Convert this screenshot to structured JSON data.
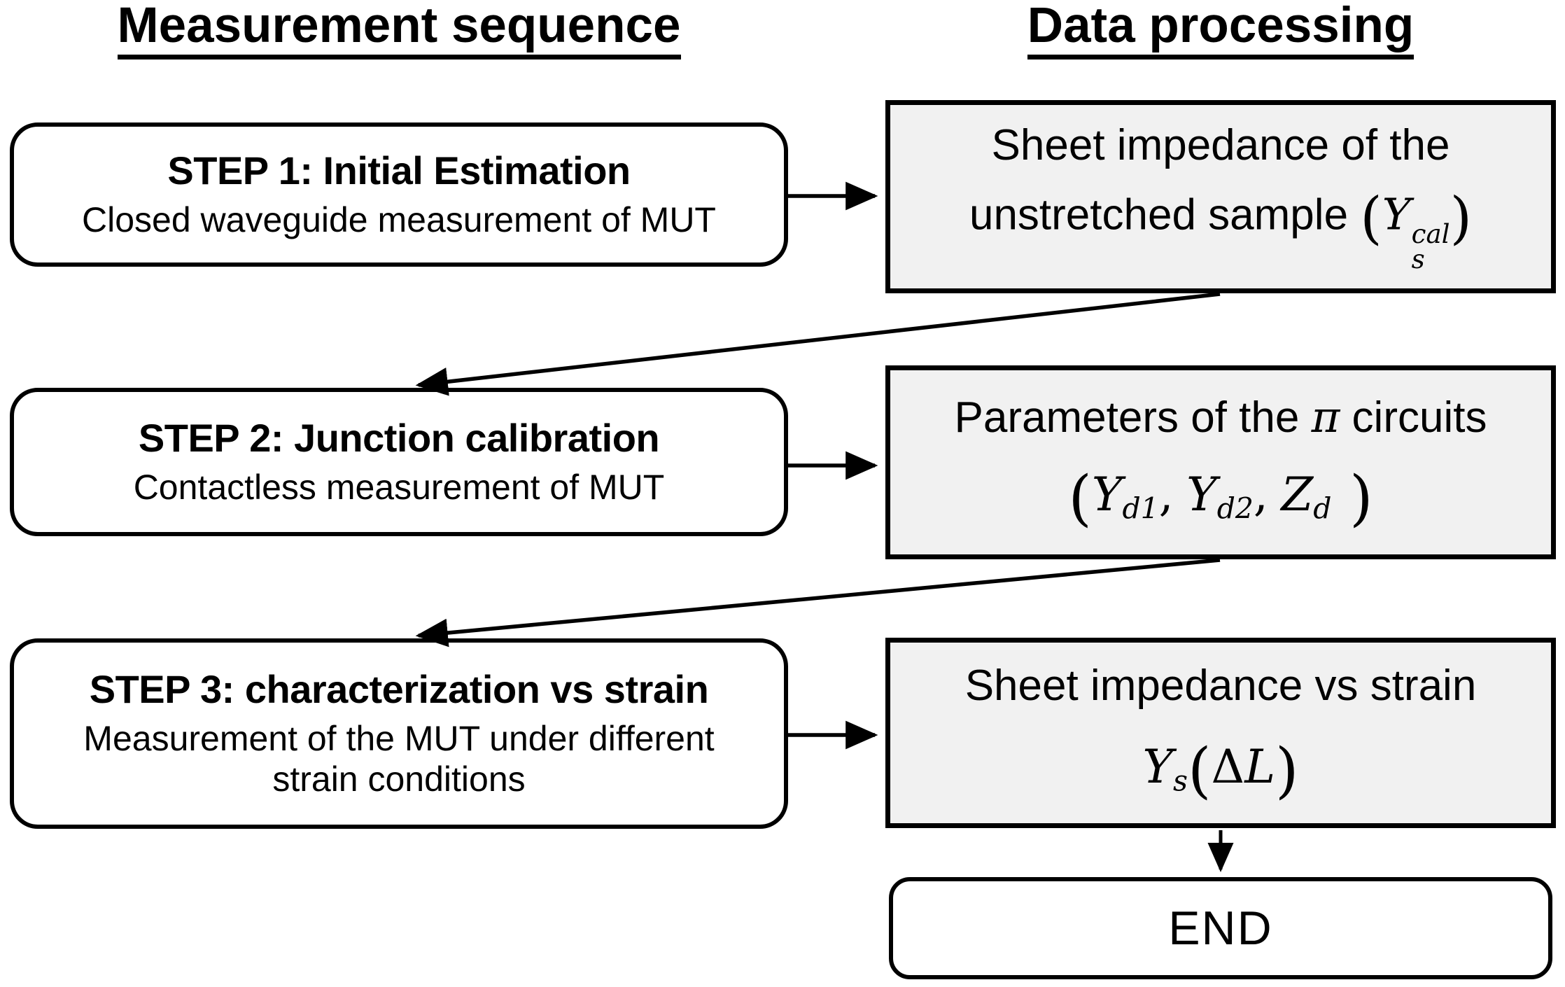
{
  "headers": {
    "left": "Measurement sequence",
    "right": "Data processing"
  },
  "steps": [
    {
      "title": "STEP 1: Initial Estimation",
      "subtitle": "Closed waveguide measurement of MUT"
    },
    {
      "title": "STEP 2: Junction calibration",
      "subtitle": "Contactless measurement of MUT"
    },
    {
      "title": "STEP 3: characterization vs strain",
      "subtitle": "Measurement of the MUT under different strain conditions"
    }
  ],
  "outputs": {
    "box1": {
      "line1": "Sheet impedance of the",
      "line2_text": "unstretched sample ",
      "open": "(",
      "var": "Y",
      "sup": "cal",
      "sub": "s",
      "close": ")"
    },
    "box2": {
      "line1_pre": "Parameters of the ",
      "pi": "π",
      "line1_post": " circuits",
      "open": "(",
      "v1": "Y",
      "s1": "d1",
      "c1": ",",
      "v2": "Y",
      "s2": "d2",
      "c2": ",",
      "v3": "Z",
      "s3": "d",
      "close": ")"
    },
    "box3": {
      "line1": "Sheet impedance vs strain",
      "var": "Y",
      "sub": "s",
      "open": "(",
      "delta": "Δ",
      "L": "L",
      "close": ")"
    }
  },
  "end": {
    "label": "END"
  },
  "colors": {
    "process_fill": "#f1f1f1",
    "line": "#000000",
    "background": "#ffffff"
  }
}
